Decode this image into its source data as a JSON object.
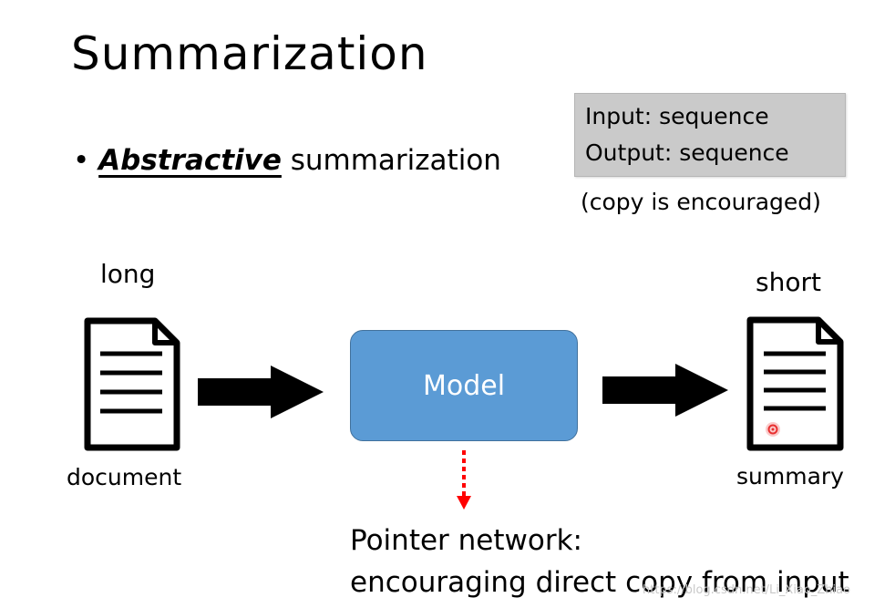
{
  "title": "Summarization",
  "bullet": {
    "marker": "•",
    "emphasis": "Abstractive",
    "rest": "summarization"
  },
  "io_box": {
    "input_line": "Input: sequence",
    "output_line": "Output: sequence"
  },
  "copy_note": "(copy is encouraged)",
  "labels": {
    "long": "long",
    "short": "short",
    "document": "document",
    "summary": "summary"
  },
  "model": {
    "label": "Model"
  },
  "pointer": {
    "line1": "Pointer network:",
    "line2": "encouraging direct copy from input"
  },
  "watermark": "https://blog.csdn.net/Li_Xiao_Zhiao",
  "colors": {
    "model_fill": "#5b9bd5",
    "io_box_fill": "#cacaca",
    "pointer_arrow": "#ff0000",
    "laser_dot": "#e83030"
  },
  "icons": [
    "document-icon",
    "summary-document-icon",
    "right-arrow-icon",
    "dotted-down-arrow-icon",
    "laser-pointer-dot"
  ]
}
